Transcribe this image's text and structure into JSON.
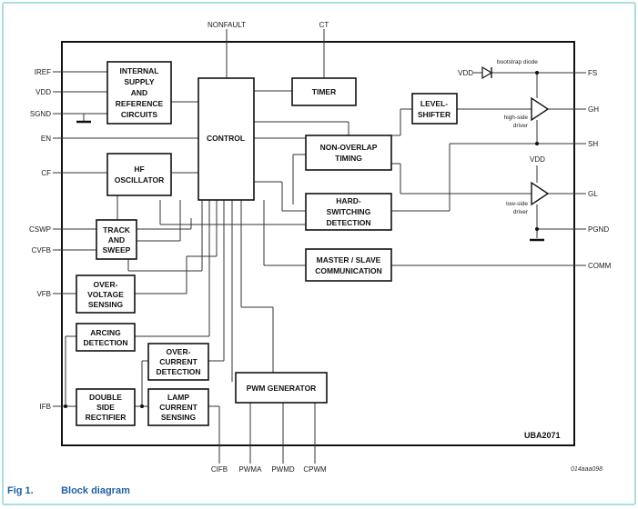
{
  "pins_top": {
    "nonfault": "NONFAULT",
    "ct": "CT"
  },
  "pins_left": {
    "iref": "IREF",
    "vdd": "VDD",
    "sgnd": "SGND",
    "en": "EN",
    "cf": "CF",
    "cswp": "CSWP",
    "cvfb": "CVFB",
    "vfb": "VFB",
    "ifb": "IFB"
  },
  "pins_right": {
    "fs": "FS",
    "gh": "GH",
    "sh": "SH",
    "gl": "GL",
    "pgnd": "PGND",
    "comm": "COMM"
  },
  "pins_bottom": {
    "cifb": "CIFB",
    "pwma": "PWMA",
    "pwmd": "PWMD",
    "cpwm": "CPWM"
  },
  "blocks": {
    "internal_supply": [
      "INTERNAL",
      "SUPPLY",
      "AND",
      "REFERENCE",
      "CIRCUITS"
    ],
    "control": [
      "CONTROL"
    ],
    "timer": [
      "TIMER"
    ],
    "level_shifter": [
      "LEVEL-",
      "SHIFTER"
    ],
    "non_overlap": [
      "NON-OVERLAP",
      "TIMING"
    ],
    "hf_oscillator": [
      "HF",
      "OSCILLATOR"
    ],
    "hard_switching": [
      "HARD-",
      "SWITCHING",
      "DETECTION"
    ],
    "track_sweep": [
      "TRACK",
      "AND",
      "SWEEP"
    ],
    "master_slave": [
      "MASTER / SLAVE",
      "COMMUNICATION"
    ],
    "over_voltage": [
      "OVER-",
      "VOLTAGE",
      "SENSING"
    ],
    "arcing": [
      "ARCING",
      "DETECTION"
    ],
    "over_current": [
      "OVER-",
      "CURRENT",
      "DETECTION"
    ],
    "double_side": [
      "DOUBLE",
      "SIDE",
      "RECTIFIER"
    ],
    "lamp_current": [
      "LAMP",
      "CURRENT",
      "SENSING"
    ],
    "pwm_generator": [
      "PWM GENERATOR"
    ]
  },
  "annotations": {
    "bootstrap": "bootstrap diode",
    "vdd_left": "VDD",
    "vdd_right": "VDD",
    "high_side": [
      "high-side",
      "driver"
    ],
    "low_side": [
      "low-side",
      "driver"
    ],
    "chip_name": "UBA2071",
    "figure_code": "014aaa098"
  },
  "caption": {
    "number": "Fig 1.",
    "title": "Block diagram"
  },
  "colors": {
    "frame": "#8fd3d3",
    "caption": "#1f5fa8"
  }
}
